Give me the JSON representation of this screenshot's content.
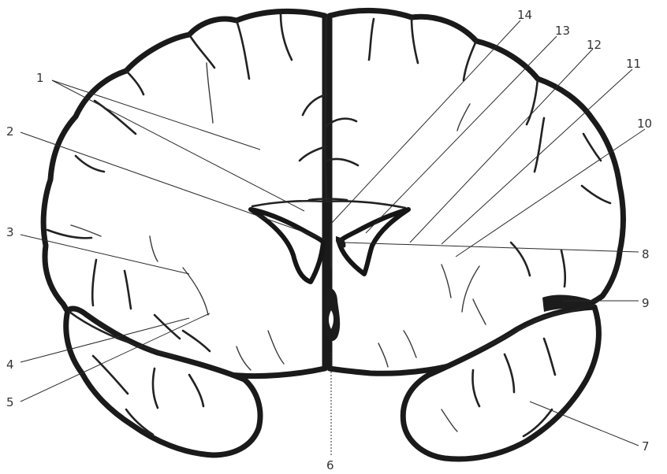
{
  "figure": {
    "labels": [
      {
        "id": "1",
        "text": "1"
      },
      {
        "id": "2",
        "text": "2"
      },
      {
        "id": "3",
        "text": "3"
      },
      {
        "id": "4",
        "text": "4"
      },
      {
        "id": "5",
        "text": "5"
      },
      {
        "id": "6",
        "text": "6"
      },
      {
        "id": "7",
        "text": "7"
      },
      {
        "id": "8",
        "text": "8"
      },
      {
        "id": "9",
        "text": "9"
      },
      {
        "id": "10",
        "text": "10"
      },
      {
        "id": "11",
        "text": "11"
      },
      {
        "id": "12",
        "text": "12"
      },
      {
        "id": "13",
        "text": "13"
      },
      {
        "id": "14",
        "text": "14"
      }
    ]
  }
}
